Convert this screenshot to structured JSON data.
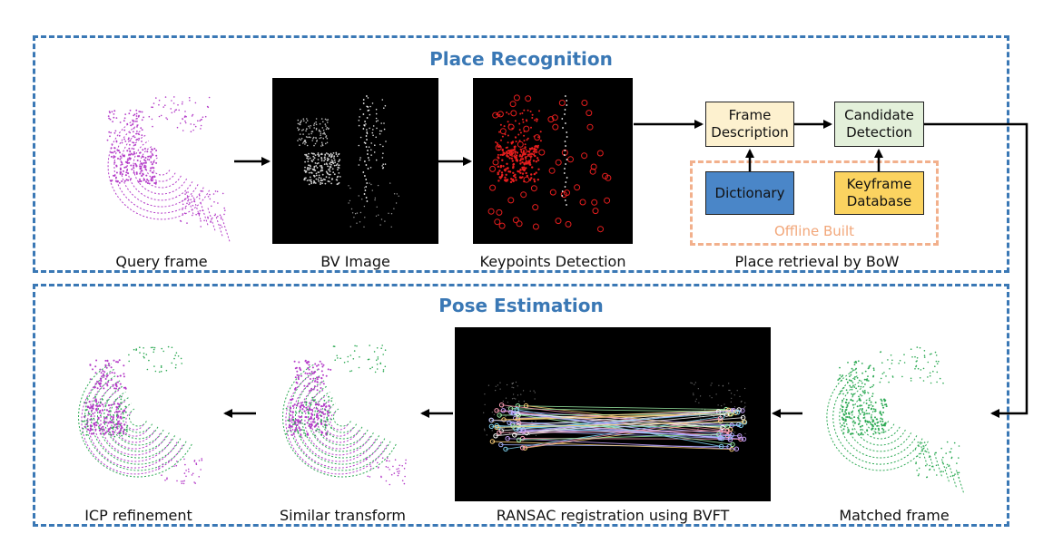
{
  "panels": {
    "place_recognition": {
      "title": "Place Recognition"
    },
    "pose_estimation": {
      "title": "Pose Estimation"
    }
  },
  "captions": {
    "query_frame": "Query frame",
    "bv_image": "BV Image",
    "keypoints_detection": "Keypoints Detection",
    "place_retrieval": "Place retrieval by BoW",
    "icp_refinement": "ICP refinement",
    "similar_transform": "Similar transform",
    "ransac_registration": "RANSAC registration using BVFT",
    "matched_frame": "Matched frame"
  },
  "boxes": {
    "frame_description": {
      "line1": "Frame",
      "line2": "Description"
    },
    "candidate_detection": {
      "line1": "Candidate",
      "line2": "Detection"
    },
    "dictionary": {
      "line1": "Dictionary"
    },
    "keyframe_database": {
      "line1": "Keyframe",
      "line2": "Database"
    }
  },
  "offline": {
    "label": "Offline Built"
  },
  "colors": {
    "panel_border": "#3a78b5",
    "frame_description_fill": "#fdf1cf",
    "candidate_detection_fill": "#e3f0da",
    "dictionary_fill": "#4a86c8",
    "keyframe_database_fill": "#fbd360",
    "offline_border": "#f2b08c",
    "query_points": "#b43cc8",
    "matched_points": "#2eaa55",
    "keypoints": "#e61e1e"
  }
}
